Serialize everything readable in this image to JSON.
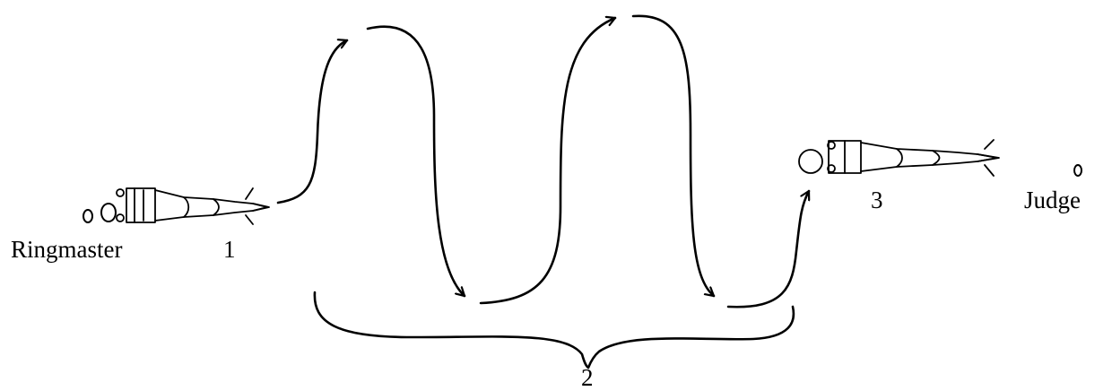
{
  "labels": {
    "ringmaster": "Ringmaster",
    "judge": "Judge",
    "step_1": "1",
    "step_2": "2",
    "step_3": "3"
  },
  "icons": {
    "horse_start": "horse-topview-icon",
    "horse_end": "horse-topview-icon",
    "ringmaster": "person-topview-icon",
    "judge": "person-topview-icon"
  },
  "colors": {
    "ink": "#000000",
    "background": "#ffffff"
  }
}
